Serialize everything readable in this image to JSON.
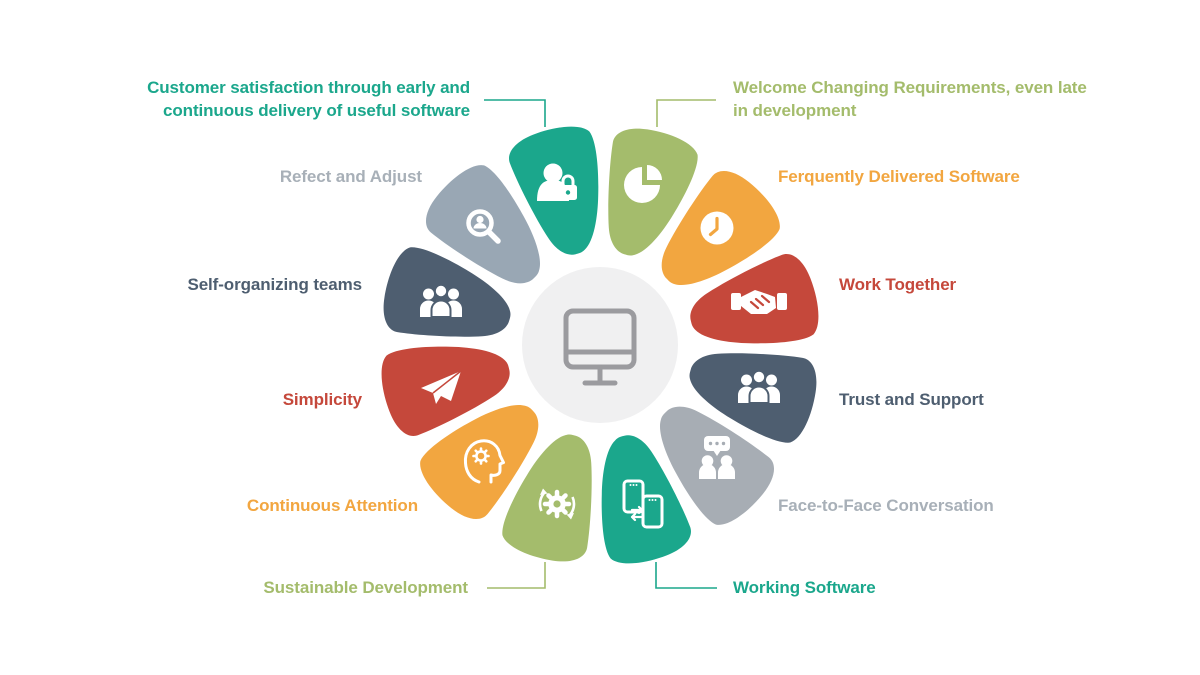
{
  "diagram": {
    "type": "agile-principles-wheel",
    "center_icon": "monitor-icon"
  },
  "palette": {
    "teal": "#1BA78C",
    "olive": "#A4BC6C",
    "orange": "#F2A640",
    "red": "#C5483B",
    "slate": "#4E5E70",
    "blue_gray": "#99A7B4",
    "gray": "#A7ADB4",
    "gray_text": "#A8B0B8",
    "center_bg": "#F0F0F1",
    "center_icon": "#9B9B9F",
    "icon_glyph": "#FFFFFF"
  },
  "principles": [
    {
      "id": "customer-satisfaction",
      "label": "Customer satisfaction through early and\ncontinuous delivery of useful software",
      "color": "#1BA78C",
      "label_color": "#1BA78C",
      "icon": "user-lock-icon"
    },
    {
      "id": "welcome-changing-requirements",
      "label": "Welcome Changing Requirements, even late\nin development",
      "color": "#A4BC6C",
      "label_color": "#A4BC6C",
      "icon": "pie-chart-icon"
    },
    {
      "id": "frequently-delivered-software",
      "label": "Ferquently Delivered Software",
      "color": "#F2A640",
      "label_color": "#F2A640",
      "icon": "clock-icon"
    },
    {
      "id": "work-together",
      "label": "Work Together",
      "color": "#C5483B",
      "label_color": "#C5483B",
      "icon": "handshake-icon"
    },
    {
      "id": "trust-and-support",
      "label": "Trust and Support",
      "color": "#4E5E70",
      "label_color": "#4E5E70",
      "icon": "team-icon"
    },
    {
      "id": "face-to-face-conversation",
      "label": "Face-to-Face Conversation",
      "color": "#A7ADB4",
      "label_color": "#A8B0B8",
      "icon": "conversation-icon"
    },
    {
      "id": "working-software",
      "label": "Working Software",
      "color": "#1BA78C",
      "label_color": "#1BA78C",
      "icon": "mobile-sync-icon"
    },
    {
      "id": "sustainable-development",
      "label": "Sustainable Development",
      "color": "#A4BC6C",
      "label_color": "#A4BC6C",
      "icon": "gear-refresh-icon"
    },
    {
      "id": "continuous-attention",
      "label": "Continuous Attention",
      "color": "#F2A640",
      "label_color": "#F2A640",
      "icon": "head-gear-icon"
    },
    {
      "id": "simplicity",
      "label": "Simplicity",
      "color": "#C5483B",
      "label_color": "#C5483B",
      "icon": "paper-plane-icon"
    },
    {
      "id": "self-organizing-teams",
      "label": "Self-organizing teams",
      "color": "#4E5E70",
      "label_color": "#4E5E70",
      "icon": "team-icon"
    },
    {
      "id": "reflect-and-adjust",
      "label": "Refect and Adjust",
      "color": "#99A7B4",
      "label_color": "#A8B0B8",
      "icon": "search-user-icon"
    }
  ]
}
